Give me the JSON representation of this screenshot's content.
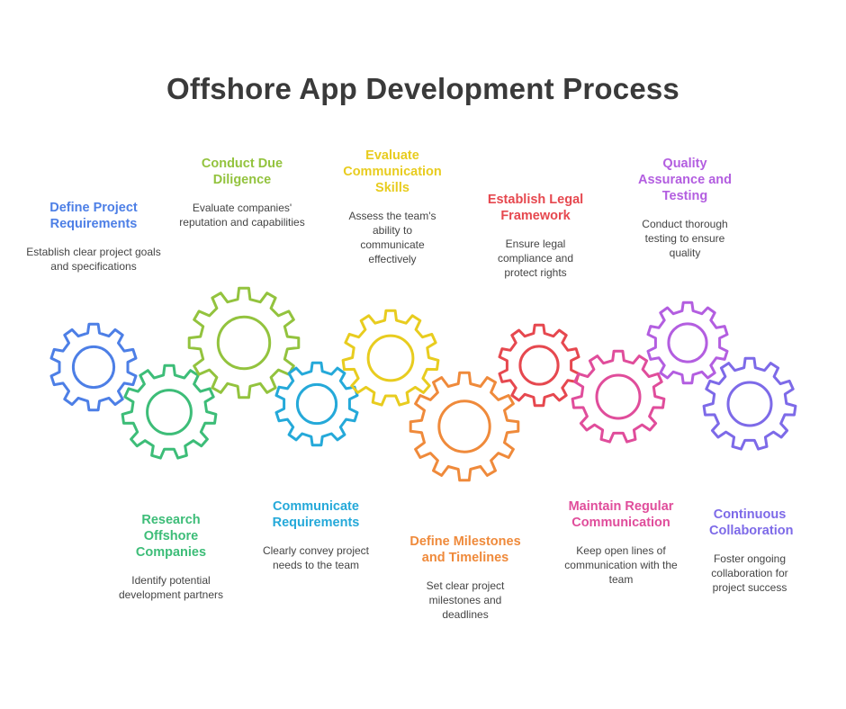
{
  "title": "Offshore App Development Process",
  "steps": [
    {
      "id": "define",
      "title": "Define Project Requirements",
      "description": "Establish clear project goals and specifications",
      "color": "#4d7fe6"
    },
    {
      "id": "research",
      "title": "Research Offshore Companies",
      "description": "Identify potential development partners",
      "color": "#3dbd78"
    },
    {
      "id": "diligence",
      "title": "Conduct Due Diligence",
      "description": "Evaluate companies' reputation and capabilities",
      "color": "#93c33e"
    },
    {
      "id": "communicate",
      "title": "Communicate Requirements",
      "description": "Clearly convey project needs to the team",
      "color": "#25a9d9"
    },
    {
      "id": "evaluate",
      "title": "Evaluate Communication Skills",
      "description": "Assess the team's ability to communicate effectively",
      "color": "#e8cc1f"
    },
    {
      "id": "milestones",
      "title": "Define Milestones and Timelines",
      "description": "Set clear project milestones and deadlines",
      "color": "#ef8a3b"
    },
    {
      "id": "legal",
      "title": "Establish Legal Framework",
      "description": "Ensure legal compliance and protect rights",
      "color": "#e6484f"
    },
    {
      "id": "maintain",
      "title": "Maintain Regular Communication",
      "description": "Keep open lines of communication with the team",
      "color": "#e04d9b"
    },
    {
      "id": "quality",
      "title": "Quality Assurance and Testing",
      "description": "Conduct thorough testing to ensure quality",
      "color": "#b35ee0"
    },
    {
      "id": "continuous",
      "title": "Continuous Collaboration",
      "description": "Foster ongoing collaboration for project success",
      "color": "#7d6ae8"
    }
  ]
}
